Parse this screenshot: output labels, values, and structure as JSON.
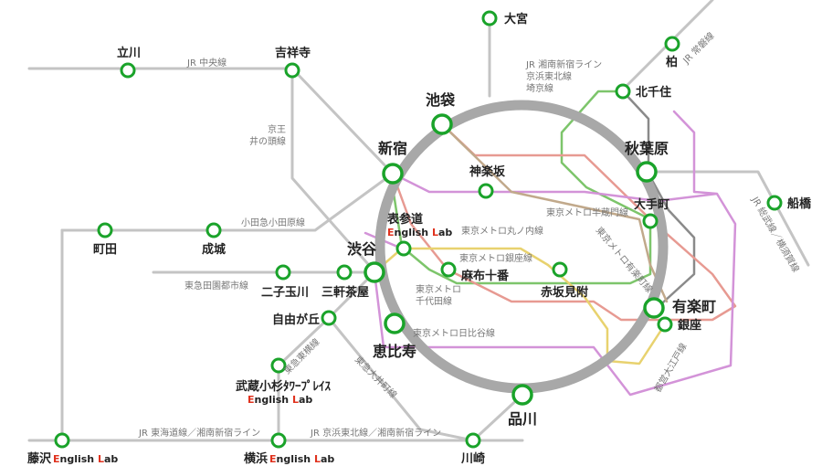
{
  "colors": {
    "loop": "#a8a8a8",
    "gray_line": "#c4c4c4",
    "station_ring": "#1aa32a",
    "red_line": "#e79a92",
    "violet_line": "#d393d8",
    "brown_line": "#c1a98b",
    "yellow_line": "#e8d26f",
    "green_line": "#7dc56b",
    "dark_gray_line": "#8a8a8a",
    "english_lab_accent": "#e0321e"
  },
  "stations": {
    "omiya": "大宮",
    "tachikawa": "立川",
    "kichijoji": "吉祥寺",
    "kashiwa": "柏",
    "kitasenju": "北千住",
    "ikebukuro": "池袋",
    "shinjuku": "新宿",
    "akihabara": "秋葉原",
    "kagurazaka": "神楽坂",
    "funabashi": "船橋",
    "otemachi": "大手町",
    "machida": "町田",
    "seijo": "成城",
    "omotesando": "表参道",
    "shibuya": "渋谷",
    "azabujuban": "麻布十番",
    "futakotamagawa": "二子玉川",
    "sangenjaya": "三軒茶屋",
    "akasakamitsuke": "赤坂見附",
    "yurakucho": "有楽町",
    "ginza": "銀座",
    "jiyugaoka": "自由が丘",
    "ebisu": "恵比寿",
    "musashikosugi": "武蔵小杉ﾀﾜｰﾌﾟﾚｲｽ",
    "shinagawa": "品川",
    "fujisawa": "藤沢",
    "yokohama": "横浜",
    "kawasaki": "川崎"
  },
  "english_lab": {
    "prefix_E": "E",
    "mid": "nglish ",
    "prefix_L": "L",
    "tail": "ab"
  },
  "line_labels": {
    "chuo": "JR 中央線",
    "saikyo_1": "JR 湘南新宿ライン",
    "saikyo_2": "京浜東北線",
    "saikyo_3": "埼京線",
    "joban": "JR 常磐線",
    "keio_1": "京王",
    "keio_2": "井の頭線",
    "sobu": "JR 総武線／横須賀線",
    "hanzomon": "東京メトロ半蔵門線",
    "odakyu": "小田急小田原線",
    "marunouchi": "東京メトロ丸ノ内線",
    "ginza_line": "東京メトロ銀座線",
    "chiyoda_1": "東京メトロ",
    "chiyoda_2": "千代田線",
    "tokyu_denentoshi": "東急田園都市線",
    "yurakucho_line": "東京メトロ有楽町線",
    "hibiya": "東京メトロ日比谷線",
    "toyoko": "東急東横線",
    "oimachi": "東急大井町線",
    "oedo": "都営大江戸線",
    "tokaido": "JR 東海道線／湘南新宿ライン",
    "keihin_tohoku": "JR 京浜東北線／湘南新宿ライン"
  }
}
